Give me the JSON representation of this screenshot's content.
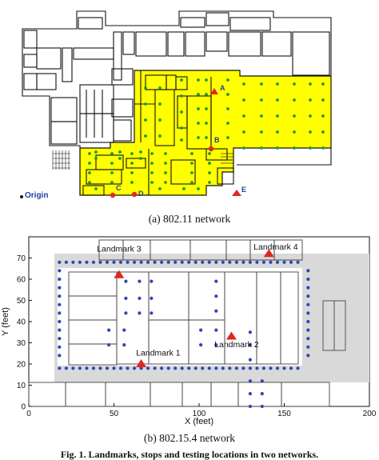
{
  "figure_a": {
    "caption": "(a)  802.11 network",
    "origin_label": "Origin",
    "landmarks": [
      "A",
      "B",
      "C",
      "D",
      "E"
    ],
    "colors": {
      "coverage": "#ffff00",
      "nodes": "#1a9a3a",
      "landmark": "#e3261e",
      "origin": "#1c3f9c",
      "walls": "#111111"
    }
  },
  "figure_b": {
    "caption": "(b)  802.15.4 network",
    "colors": {
      "corridor": "#d9d9d9",
      "nodes": "#2b47b9",
      "landmark": "#e3261e"
    }
  },
  "footnote": "Fig. 1.  Landmarks, stops and testing locations in two networks.",
  "chart_data": [
    {
      "type": "scatter",
      "xlabel": "X (feet)",
      "ylabel": "Y (feet)",
      "xlim": [
        0,
        200
      ],
      "ylim": [
        0,
        80
      ],
      "xticks": [
        0,
        50,
        100,
        150,
        200
      ],
      "yticks": [
        0,
        10,
        20,
        30,
        40,
        50,
        60,
        70
      ],
      "grid": false,
      "series": [
        {
          "role": "stops",
          "marker": "circle",
          "color": "#2b47b9",
          "points": [
            [
              18,
              68
            ],
            [
              22,
              68
            ],
            [
              26,
              68
            ],
            [
              30,
              68
            ],
            [
              34,
              68
            ],
            [
              38,
              68
            ],
            [
              42,
              68
            ],
            [
              46,
              68
            ],
            [
              50,
              68
            ],
            [
              54,
              68
            ],
            [
              58,
              68
            ],
            [
              62,
              68
            ],
            [
              66,
              68
            ],
            [
              70,
              68
            ],
            [
              74,
              68
            ],
            [
              78,
              68
            ],
            [
              82,
              68
            ],
            [
              86,
              68
            ],
            [
              90,
              68
            ],
            [
              94,
              68
            ],
            [
              98,
              68
            ],
            [
              102,
              68
            ],
            [
              106,
              68
            ],
            [
              110,
              68
            ],
            [
              114,
              68
            ],
            [
              118,
              68
            ],
            [
              122,
              68
            ],
            [
              126,
              68
            ],
            [
              130,
              68
            ],
            [
              134,
              68
            ],
            [
              138,
              68
            ],
            [
              142,
              68
            ],
            [
              146,
              68
            ],
            [
              150,
              68
            ],
            [
              154,
              68
            ],
            [
              158,
              68
            ],
            [
              18,
              18
            ],
            [
              22,
              18
            ],
            [
              26,
              18
            ],
            [
              30,
              18
            ],
            [
              34,
              18
            ],
            [
              38,
              18
            ],
            [
              42,
              18
            ],
            [
              46,
              18
            ],
            [
              50,
              18
            ],
            [
              54,
              18
            ],
            [
              58,
              18
            ],
            [
              62,
              18
            ],
            [
              66,
              18
            ],
            [
              70,
              18
            ],
            [
              74,
              18
            ],
            [
              78,
              18
            ],
            [
              82,
              18
            ],
            [
              86,
              18
            ],
            [
              90,
              18
            ],
            [
              94,
              18
            ],
            [
              98,
              18
            ],
            [
              102,
              18
            ],
            [
              106,
              18
            ],
            [
              110,
              18
            ],
            [
              114,
              18
            ],
            [
              118,
              18
            ],
            [
              122,
              18
            ],
            [
              126,
              18
            ],
            [
              130,
              18
            ],
            [
              134,
              18
            ],
            [
              138,
              18
            ],
            [
              142,
              18
            ],
            [
              146,
              18
            ],
            [
              150,
              18
            ],
            [
              154,
              18
            ],
            [
              158,
              18
            ],
            [
              18,
              64
            ],
            [
              18,
              60
            ],
            [
              18,
              56
            ],
            [
              18,
              52
            ],
            [
              18,
              48
            ],
            [
              18,
              44
            ],
            [
              18,
              40
            ],
            [
              18,
              36
            ],
            [
              18,
              32
            ],
            [
              18,
              28
            ],
            [
              18,
              24
            ],
            [
              164,
              64
            ],
            [
              164,
              60
            ],
            [
              164,
              56
            ],
            [
              164,
              52
            ],
            [
              164,
              48
            ],
            [
              164,
              44
            ],
            [
              164,
              40
            ],
            [
              164,
              36
            ],
            [
              164,
              32
            ],
            [
              164,
              28
            ],
            [
              164,
              24
            ],
            [
              57,
              59
            ],
            [
              65,
              59
            ],
            [
              72,
              59
            ],
            [
              57,
              51
            ],
            [
              65,
              51
            ],
            [
              72,
              51
            ],
            [
              57,
              44
            ],
            [
              65,
              44
            ],
            [
              72,
              44
            ],
            [
              110,
              59
            ],
            [
              110,
              52
            ],
            [
              110,
              45
            ],
            [
              47,
              36
            ],
            [
              56,
              36
            ],
            [
              47,
              29
            ],
            [
              56,
              29
            ],
            [
              101,
              36
            ],
            [
              101,
              29
            ],
            [
              110,
              36
            ],
            [
              110,
              29
            ],
            [
              130,
              35
            ],
            [
              130,
              29
            ],
            [
              130,
              22
            ],
            [
              130,
              12
            ],
            [
              137,
              12
            ],
            [
              130,
              6
            ],
            [
              137,
              6
            ],
            [
              130,
              0
            ],
            [
              137,
              0
            ]
          ]
        },
        {
          "role": "landmarks",
          "marker": "triangle",
          "color": "#e3261e",
          "points": [
            [
              66,
              20
            ],
            [
              53,
              62
            ],
            [
              119,
              33
            ],
            [
              141,
              72
            ]
          ]
        }
      ],
      "annotations": [
        {
          "text": "Landmark 3",
          "x": 40,
          "y": 73
        },
        {
          "text": "Landmark 4",
          "x": 132,
          "y": 74
        },
        {
          "text": "Landmark 1",
          "x": 63,
          "y": 24
        },
        {
          "text": "Landmark 2",
          "x": 109,
          "y": 28
        }
      ]
    }
  ]
}
